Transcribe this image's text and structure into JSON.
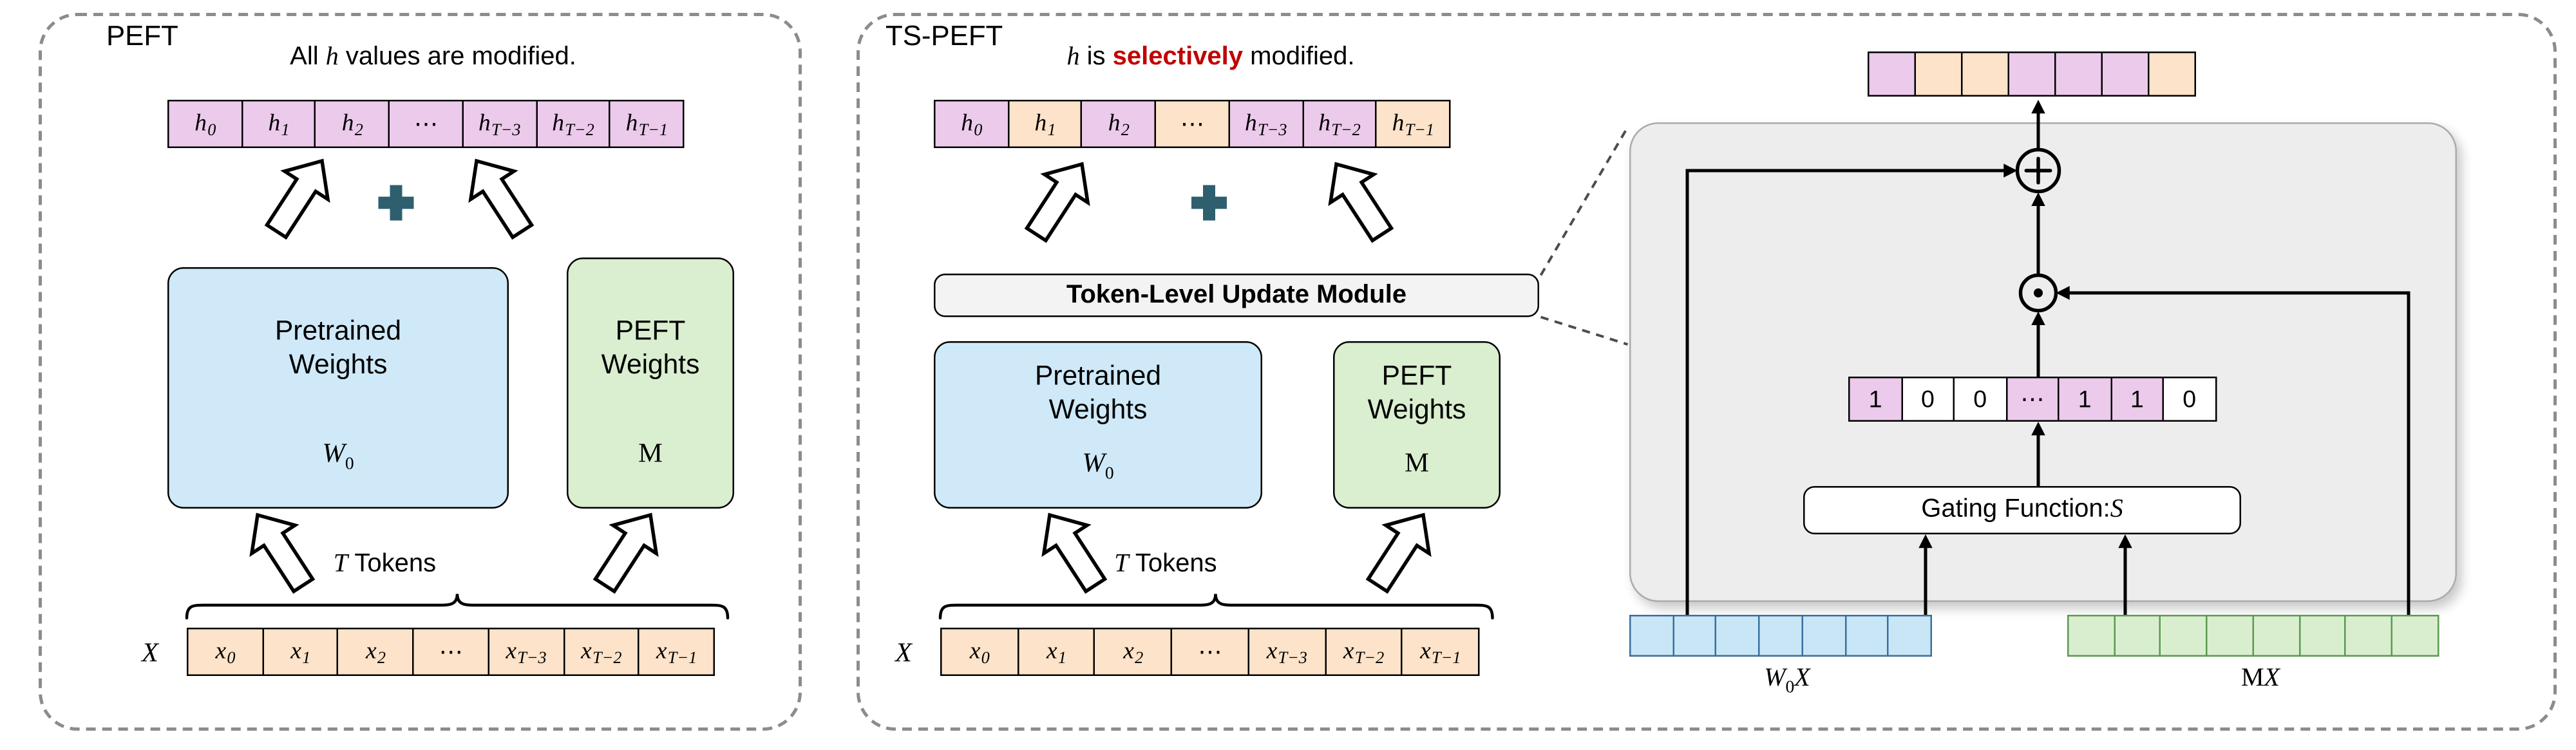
{
  "colors": {
    "pink": "#eccaeb",
    "peach": "#fce3c9",
    "white": "#ffffff",
    "blue": "#c9e6f7",
    "green": "#d9eecf",
    "highlight_red": "#c00000",
    "plus_teal": "#2e5f6f",
    "blue_box_fill": "#cfe9f8",
    "green_box_fill": "#daeed0",
    "module_fill": "#f3f3f3",
    "detail_fill": "#ededed"
  },
  "cell_borders": {
    "pink": "#000000",
    "peach": "#000000",
    "white": "#000000",
    "blue": "#38709f",
    "green": "#5b9a4f"
  },
  "icons": {
    "add": "circled-plus",
    "elementwise_product": "circled-dot",
    "combine": "plus-cross",
    "flow": "hollow-block-arrow"
  },
  "left_panel": {
    "title": "PEFT",
    "caption": {
      "pre": "All ",
      "math": "h",
      "post": " values are modified."
    },
    "h_row": {
      "cells": [
        {
          "base": "h",
          "sub": "0",
          "color": "pink"
        },
        {
          "base": "h",
          "sub": "1",
          "color": "pink"
        },
        {
          "base": "h",
          "sub": "2",
          "color": "pink"
        },
        {
          "dots": true,
          "color": "pink"
        },
        {
          "base": "h",
          "sub": "T−3",
          "color": "pink"
        },
        {
          "base": "h",
          "sub": "T−2",
          "color": "pink"
        },
        {
          "base": "h",
          "sub": "T−1",
          "color": "pink"
        }
      ]
    },
    "pretrained_box": {
      "line1": "Pretrained",
      "line2": "Weights",
      "math": "W",
      "sub": "0"
    },
    "peft_box": {
      "line1": "PEFT",
      "line2": "Weights",
      "math": "M"
    },
    "tokens_label": {
      "math": "T",
      "text": " Tokens"
    },
    "x_label": "X",
    "x_row": {
      "cells": [
        {
          "base": "x",
          "sub": "0",
          "color": "peach"
        },
        {
          "base": "x",
          "sub": "1",
          "color": "peach"
        },
        {
          "base": "x",
          "sub": "2",
          "color": "peach"
        },
        {
          "dots": true,
          "color": "peach"
        },
        {
          "base": "x",
          "sub": "T−3",
          "color": "peach"
        },
        {
          "base": "x",
          "sub": "T−2",
          "color": "peach"
        },
        {
          "base": "x",
          "sub": "T−1",
          "color": "peach"
        }
      ]
    }
  },
  "right_panel": {
    "title": "TS-PEFT",
    "caption": {
      "math": "h",
      "mid": " is ",
      "highlight": "selectively",
      "post": " modified."
    },
    "h_row": {
      "cells": [
        {
          "base": "h",
          "sub": "0",
          "color": "pink"
        },
        {
          "base": "h",
          "sub": "1",
          "color": "peach"
        },
        {
          "base": "h",
          "sub": "2",
          "color": "pink"
        },
        {
          "dots": true,
          "color": "peach"
        },
        {
          "base": "h",
          "sub": "T−3",
          "color": "pink"
        },
        {
          "base": "h",
          "sub": "T−2",
          "color": "pink"
        },
        {
          "base": "h",
          "sub": "T−1",
          "color": "peach"
        }
      ]
    },
    "module_label": "Token-Level Update Module",
    "pretrained_box": {
      "line1": "Pretrained",
      "line2": "Weights",
      "math": "W",
      "sub": "0"
    },
    "peft_box": {
      "line1": "PEFT",
      "line2": "Weights",
      "math": "M"
    },
    "tokens_label": {
      "math": "T",
      "text": " Tokens"
    },
    "x_label": "X",
    "x_row": {
      "cells": [
        {
          "base": "x",
          "sub": "0",
          "color": "peach"
        },
        {
          "base": "x",
          "sub": "1",
          "color": "peach"
        },
        {
          "base": "x",
          "sub": "2",
          "color": "peach"
        },
        {
          "dots": true,
          "color": "peach"
        },
        {
          "base": "x",
          "sub": "T−3",
          "color": "peach"
        },
        {
          "base": "x",
          "sub": "T−2",
          "color": "peach"
        },
        {
          "base": "x",
          "sub": "T−1",
          "color": "peach"
        }
      ]
    }
  },
  "detail": {
    "output_row": {
      "cells": [
        {
          "color": "pink"
        },
        {
          "color": "peach"
        },
        {
          "color": "peach"
        },
        {
          "color": "pink"
        },
        {
          "color": "pink"
        },
        {
          "color": "pink"
        },
        {
          "color": "peach"
        }
      ]
    },
    "mask_row": {
      "cells": [
        {
          "text": "1",
          "color": "pink"
        },
        {
          "text": "0",
          "color": "white"
        },
        {
          "text": "0",
          "color": "white"
        },
        {
          "dots": true,
          "color": "pink"
        },
        {
          "text": "1",
          "color": "pink"
        },
        {
          "text": "1",
          "color": "pink"
        },
        {
          "text": "0",
          "color": "white"
        }
      ]
    },
    "gating": {
      "text": "Gating Function: ",
      "math": "S"
    },
    "w0x_row": {
      "cells": [
        {
          "color": "blue"
        },
        {
          "color": "blue"
        },
        {
          "color": "blue"
        },
        {
          "color": "blue"
        },
        {
          "color": "blue"
        },
        {
          "color": "blue"
        },
        {
          "color": "blue"
        }
      ]
    },
    "mx_row": {
      "cells": [
        {
          "color": "green"
        },
        {
          "color": "green"
        },
        {
          "color": "green"
        },
        {
          "color": "green"
        },
        {
          "color": "green"
        },
        {
          "color": "green"
        },
        {
          "color": "green"
        },
        {
          "color": "green"
        }
      ]
    },
    "w0x_label": {
      "math": "W",
      "sub": "0",
      "math2": "X"
    },
    "mx_label": {
      "text": "M",
      "math": "X"
    }
  }
}
